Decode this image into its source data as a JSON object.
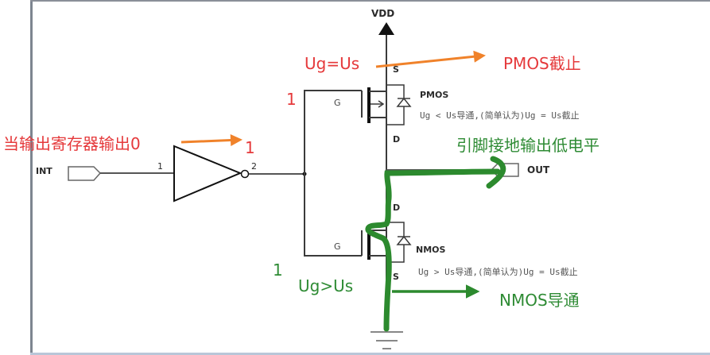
{
  "circuit": {
    "supply_label": "VDD",
    "input_port": "INT",
    "output_port": "OUT",
    "inverter": {
      "pin_in": "1",
      "pin_out": "2"
    },
    "pmos": {
      "name": "PMOS",
      "gate": "G",
      "source": "S",
      "drain": "D",
      "rule": "Ug  <  Us导通,(简单认为)Ug  =  Us截止"
    },
    "nmos": {
      "name": "NMOS",
      "gate": "G",
      "source": "S",
      "drain": "D",
      "rule": "Ug  >  Us导通,(简单认为)Ug  =  Us截止"
    }
  },
  "annotations": {
    "register_output": "当输出寄存器输出0",
    "inverter_output_level": "1",
    "pmos_gate_level": "1",
    "pmos_condition": "Ug=Us",
    "pmos_state": "PMOS截止",
    "pin_result": "引脚接地输出低电平",
    "nmos_gate_level": "1",
    "nmos_condition": "Ug>Us",
    "nmos_state": "NMOS导通"
  },
  "colors": {
    "annotation_red": "#e5393b",
    "annotation_green": "#2e8b34",
    "arrow_orange": "#f0822a",
    "path_green": "#2c8a2e",
    "wire": "#3a3a3a"
  }
}
